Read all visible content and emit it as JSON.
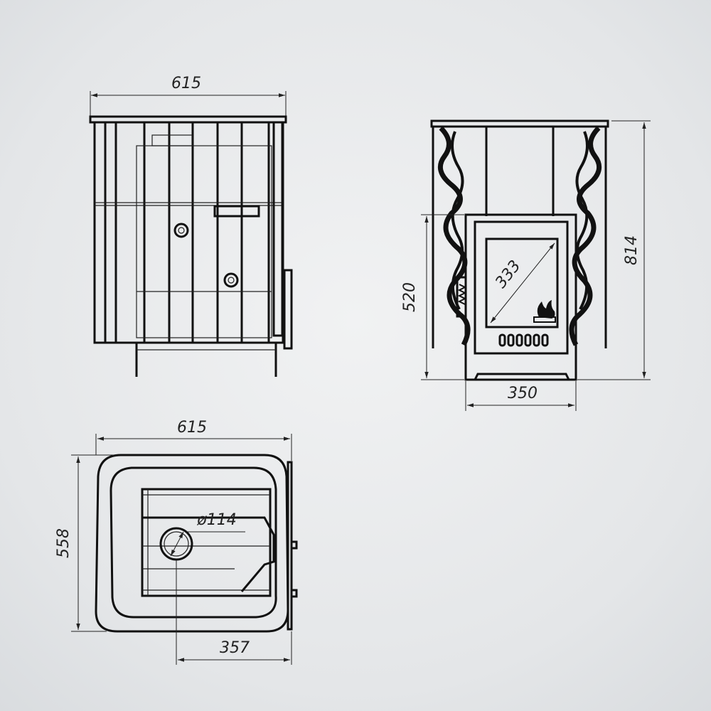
{
  "side_view": {
    "width_label": "615"
  },
  "front_view": {
    "height_label": "814",
    "door_height_label": "520",
    "door_width_label": "350",
    "glass_diagonal_label": "333"
  },
  "top_view": {
    "width_label": "615",
    "depth_label": "558",
    "flue_diameter_label": "ø114",
    "flue_offset_label": "357"
  }
}
